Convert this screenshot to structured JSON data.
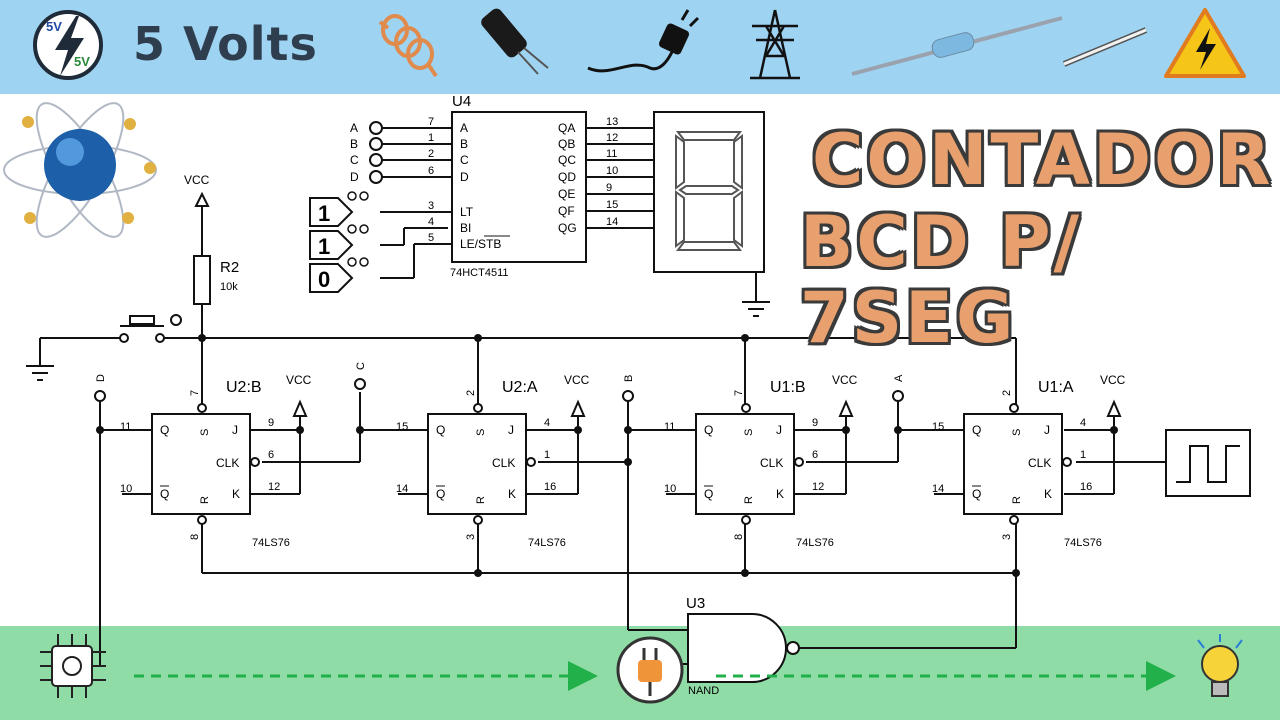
{
  "header": {
    "brand": "5 Volts",
    "logo_top": "5V",
    "logo_bottom": "5V",
    "icons": [
      "coil-icon",
      "capacitor-icon",
      "power-plug-icon",
      "power-tower-icon",
      "resistor-icon",
      "pen-icon",
      "high-voltage-warning-icon"
    ]
  },
  "title": {
    "line1": "CONTADOR",
    "line2": "BCD P/ 7SEG"
  },
  "colors": {
    "header_bg": "#9fd3f2",
    "footer_bg": "#8fdca6",
    "title_fill": "#e8a06e",
    "dashed_arrow": "#22b04b"
  },
  "schematic": {
    "u4": {
      "ref": "U4",
      "part": "74HCT4511",
      "inputs": [
        {
          "net": "A",
          "pin": "7",
          "name": "A"
        },
        {
          "net": "B",
          "pin": "1",
          "name": "B"
        },
        {
          "net": "C",
          "pin": "2",
          "name": "C"
        },
        {
          "net": "D",
          "pin": "6",
          "name": "D"
        }
      ],
      "controls": [
        {
          "pin": "3",
          "name": "LT",
          "logic": "1"
        },
        {
          "pin": "4",
          "name": "BI",
          "logic": "1"
        },
        {
          "pin": "5",
          "name": "LE/STB",
          "logic": "0"
        }
      ],
      "outputs": [
        {
          "name": "QA",
          "pin": "13"
        },
        {
          "name": "QB",
          "pin": "12"
        },
        {
          "name": "QC",
          "pin": "11"
        },
        {
          "name": "QD",
          "pin": "10"
        },
        {
          "name": "QE",
          "pin": "9"
        },
        {
          "name": "QF",
          "pin": "15"
        },
        {
          "name": "QG",
          "pin": "14"
        }
      ]
    },
    "resistor": {
      "ref": "R2",
      "value": "10k"
    },
    "vcc": "VCC",
    "flip_flops": [
      {
        "ref": "U2:B",
        "part": "74LS76",
        "pin_q": "11",
        "pin_qn": "10",
        "pin_s": "7",
        "pin_r": "8",
        "pin_j": "9",
        "pin_clk": "6",
        "pin_k": "12",
        "out": "D"
      },
      {
        "ref": "U2:A",
        "part": "74LS76",
        "pin_q": "15",
        "pin_qn": "14",
        "pin_s": "2",
        "pin_r": "3",
        "pin_j": "4",
        "pin_clk": "1",
        "pin_k": "16",
        "out": "C"
      },
      {
        "ref": "U1:B",
        "part": "74LS76",
        "pin_q": "11",
        "pin_qn": "10",
        "pin_s": "7",
        "pin_r": "8",
        "pin_j": "9",
        "pin_clk": "6",
        "pin_k": "12",
        "out": "B"
      },
      {
        "ref": "U1:A",
        "part": "74LS76",
        "pin_q": "15",
        "pin_qn": "14",
        "pin_s": "2",
        "pin_r": "3",
        "pin_j": "4",
        "pin_clk": "1",
        "pin_k": "16",
        "out": "A"
      }
    ],
    "pin_labels": {
      "q": "Q",
      "qn": "Q",
      "s": "S",
      "r": "R",
      "j": "J",
      "clk": "CLK",
      "k": "K"
    },
    "nand": {
      "ref": "U3",
      "label": "NAND"
    }
  }
}
